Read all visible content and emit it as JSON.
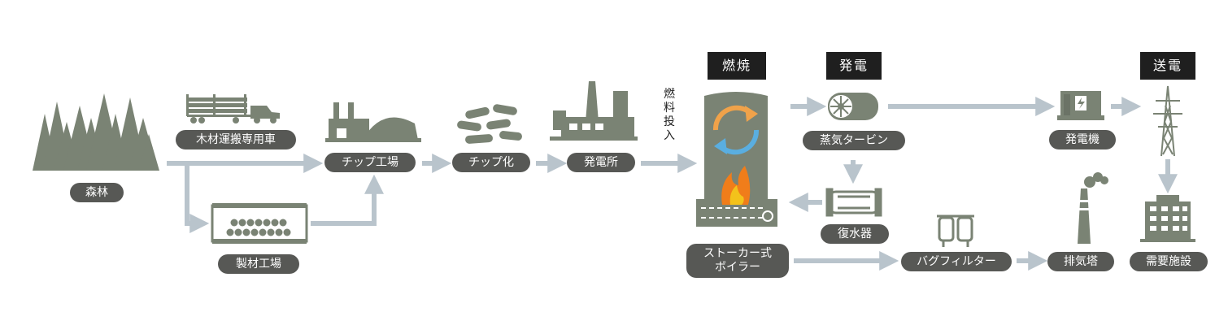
{
  "labels": {
    "forest": "森林",
    "truck": "木材運搬専用車",
    "sawmill": "製材工場",
    "chip_factory": "チップ工場",
    "chipping": "チップ化",
    "power_plant": "発電所",
    "fuel_input": "燃\n料\n投\n入",
    "boiler": "ストーカー式\nボイラー",
    "steam_turbine": "蒸気タービン",
    "condenser": "復水器",
    "generator": "発電機",
    "bag_filter": "バグフィルター",
    "stack": "排気塔",
    "demand": "需要施設"
  },
  "stages": {
    "combustion": "燃焼",
    "generation": "発電",
    "transmission": "送電"
  },
  "colors": {
    "icon": "#7a8374",
    "pill": "#575855",
    "arrow": "#b9c4cc",
    "badge": "#1f1f1f",
    "flame_outer": "#f07d1a",
    "flame_inner": "#f3c21b",
    "cycle_warm": "#f0a24a",
    "cycle_cool": "#5aaee0"
  },
  "icons": [
    "forest-icon",
    "truck-icon",
    "sawmill-icon",
    "chip-factory-icon",
    "chips-icon",
    "power-plant-icon",
    "boiler-icon",
    "turbine-icon",
    "condenser-icon",
    "generator-icon",
    "bag-filter-icon",
    "stack-icon",
    "pylon-icon",
    "building-icon"
  ]
}
